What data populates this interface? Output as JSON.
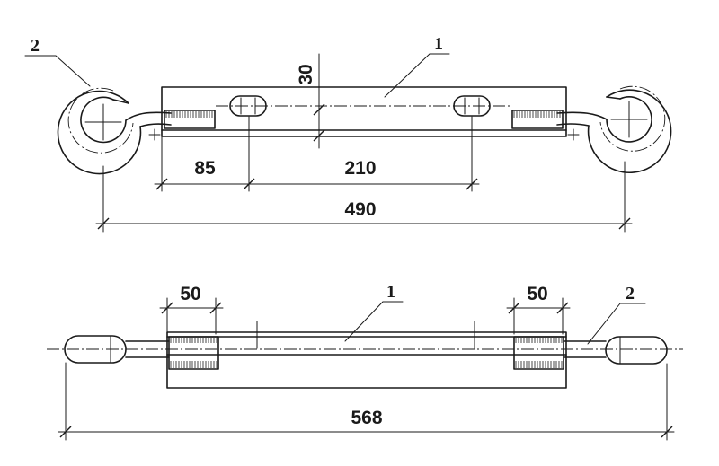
{
  "labels": {
    "part_top_main": "1",
    "part_top_hook": "2",
    "part_bottom_main": "1",
    "part_bottom_hook": "2"
  },
  "dimensions": {
    "top_left_offset": "85",
    "top_hole_spacing": "210",
    "top_overall": "490",
    "top_vertical": "30",
    "bottom_left_weld": "50",
    "bottom_right_weld": "50",
    "bottom_overall": "568"
  }
}
